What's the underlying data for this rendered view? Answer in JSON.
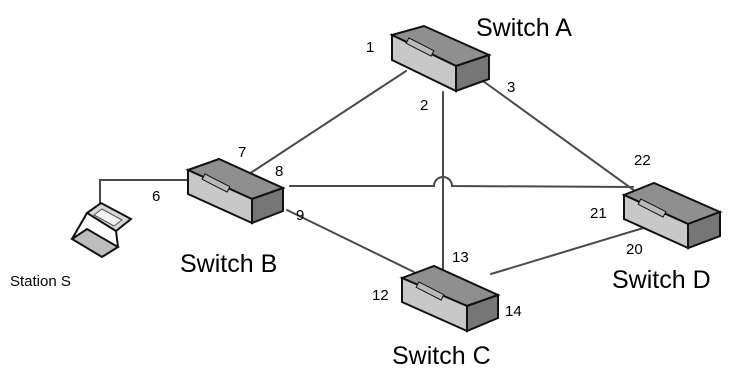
{
  "devices": {
    "switch_a": "Switch A",
    "switch_b": "Switch B",
    "switch_c": "Switch C",
    "switch_d": "Switch D",
    "station_s": "Station S"
  },
  "ports": {
    "a1": "1",
    "a2": "2",
    "a3": "3",
    "b6": "6",
    "b7": "7",
    "b8": "8",
    "b9": "9",
    "c12": "12",
    "c13": "13",
    "c14": "14",
    "d20": "20",
    "d21": "21",
    "d22": "22"
  },
  "colors": {
    "link": "#4a4a4a",
    "switch_top": "#8f8f8f",
    "switch_front": "#c8c8c8",
    "switch_side": "#767676",
    "switch_outline": "#111111",
    "laptop_screen": "#d8d8d8"
  }
}
